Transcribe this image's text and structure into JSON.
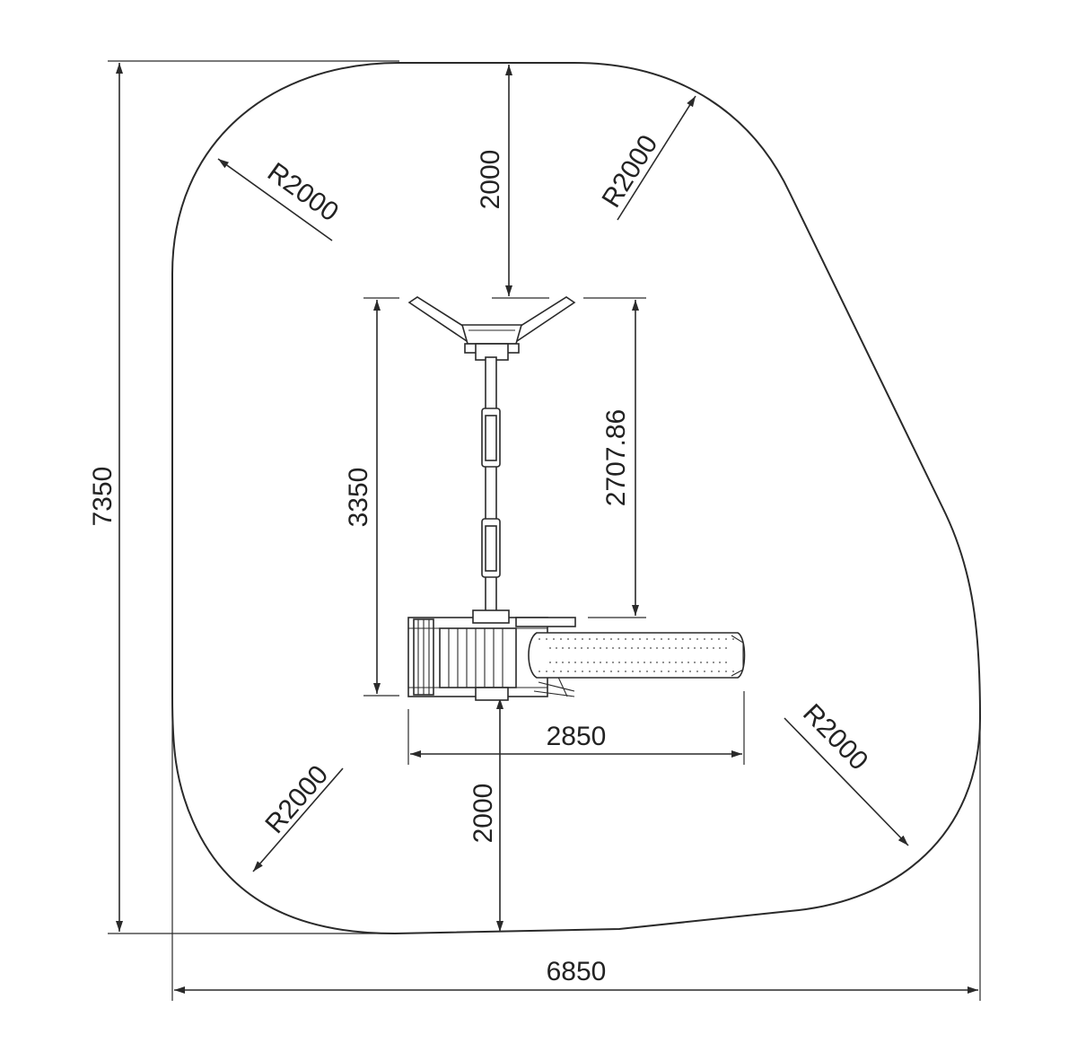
{
  "dimensions": {
    "overall_height": "7350",
    "overall_width": "6850",
    "top_clearance": "2000",
    "bottom_clearance": "2000",
    "equipment_height": "3350",
    "beam_to_slide": "2707.86",
    "equipment_width": "2850",
    "radius_top_left": "R2000",
    "radius_top_right": "R2000",
    "radius_bottom_left": "R2000",
    "radius_bottom_right": "R2000"
  },
  "colors": {
    "line": "#2a2a2a",
    "background": "#ffffff"
  }
}
